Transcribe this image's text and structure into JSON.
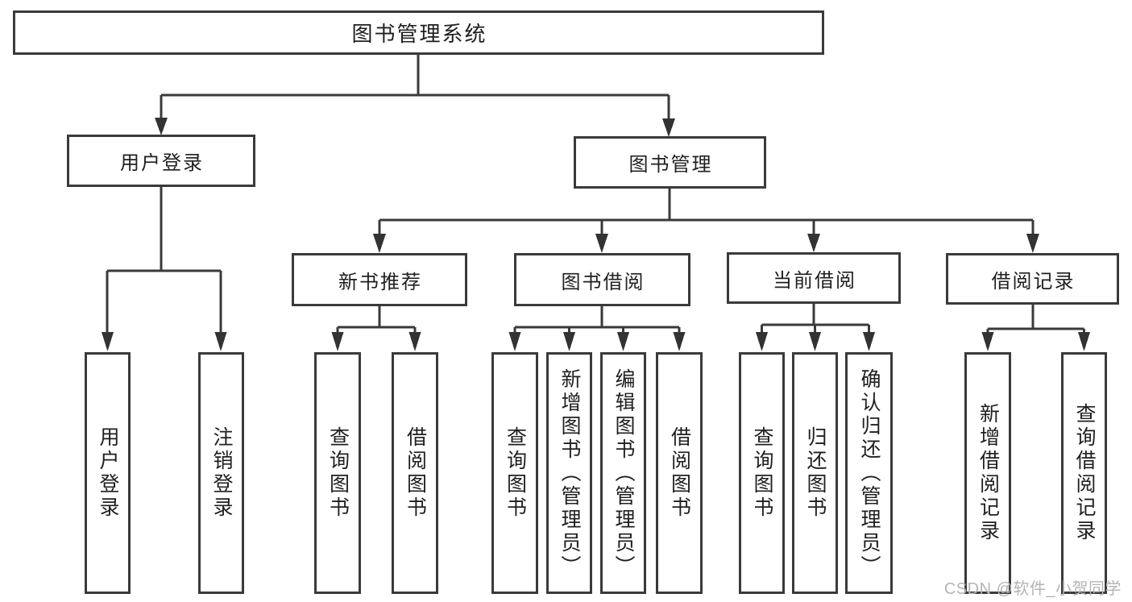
{
  "diagram": {
    "colors": {
      "line": "#3a3a3a",
      "text": "#1f1f1f",
      "box_fill": "#ffffff",
      "watermark": "#b4b4b4"
    },
    "root": {
      "label": "图书管理系统",
      "children": [
        {
          "label": "用户登录",
          "children": [
            {
              "label": "用户登录"
            },
            {
              "label": "注销登录"
            }
          ]
        },
        {
          "label": "图书管理",
          "children": [
            {
              "label": "新书推荐",
              "children": [
                {
                  "label": "查询图书"
                },
                {
                  "label": "借阅图书"
                }
              ]
            },
            {
              "label": "图书借阅",
              "children": [
                {
                  "label": "查询图书"
                },
                {
                  "label": "新增图书（管理员）"
                },
                {
                  "label": "编辑图书（管理员）"
                },
                {
                  "label": "借阅图书"
                }
              ]
            },
            {
              "label": "当前借阅",
              "children": [
                {
                  "label": "查询图书"
                },
                {
                  "label": "归还图书"
                },
                {
                  "label": "确认归还（管理员）"
                }
              ]
            },
            {
              "label": "借阅记录",
              "children": [
                {
                  "label": "新增借阅记录"
                },
                {
                  "label": "查询借阅记录"
                }
              ]
            }
          ]
        }
      ]
    }
  },
  "watermark": {
    "text": "CSDN @软件_小贺同学"
  }
}
